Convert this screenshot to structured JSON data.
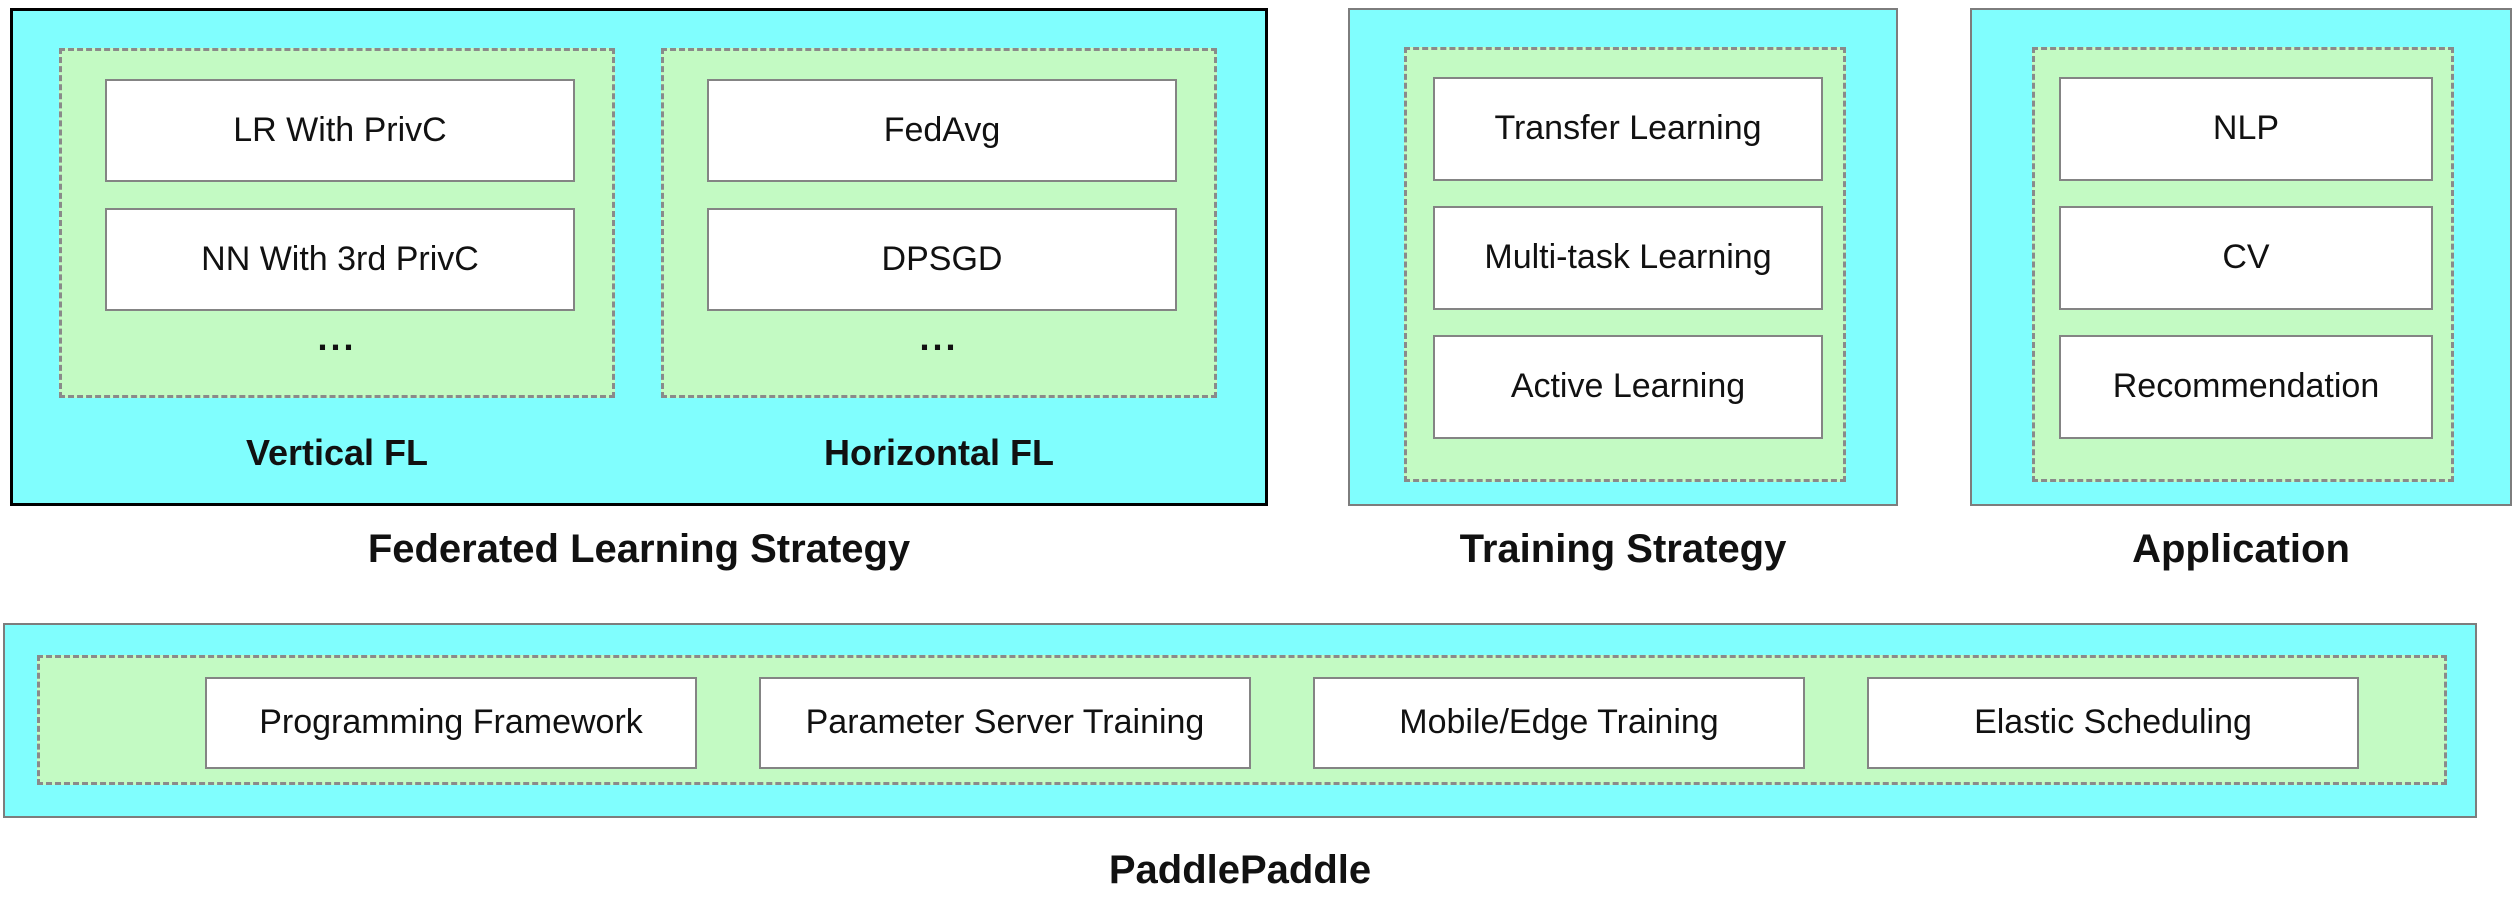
{
  "colors": {
    "cyan": "#80FEFE",
    "green": "#C3FAC3",
    "outer_border": "#7D7D7D",
    "primary_border": "#000000",
    "box_border": "#848484",
    "dashed_border": "#8A8A8A",
    "text": "#111111"
  },
  "sections": {
    "federated": {
      "title": "Federated Learning Strategy",
      "groups": [
        {
          "label": "Vertical FL",
          "items": [
            "LR With PrivC",
            "NN With 3rd PrivC"
          ],
          "more": "..."
        },
        {
          "label": "Horizontal FL",
          "items": [
            "FedAvg",
            "DPSGD"
          ],
          "more": "..."
        }
      ]
    },
    "training": {
      "title": "Training Strategy",
      "items": [
        "Transfer Learning",
        "Multi-task Learning",
        "Active Learning"
      ]
    },
    "application": {
      "title": "Application",
      "items": [
        "NLP",
        "CV",
        "Recommendation"
      ]
    },
    "platform": {
      "title": "PaddlePaddle",
      "items": [
        "Programming Framework",
        "Parameter Server Training",
        "Mobile/Edge Training",
        "Elastic Scheduling"
      ]
    }
  }
}
